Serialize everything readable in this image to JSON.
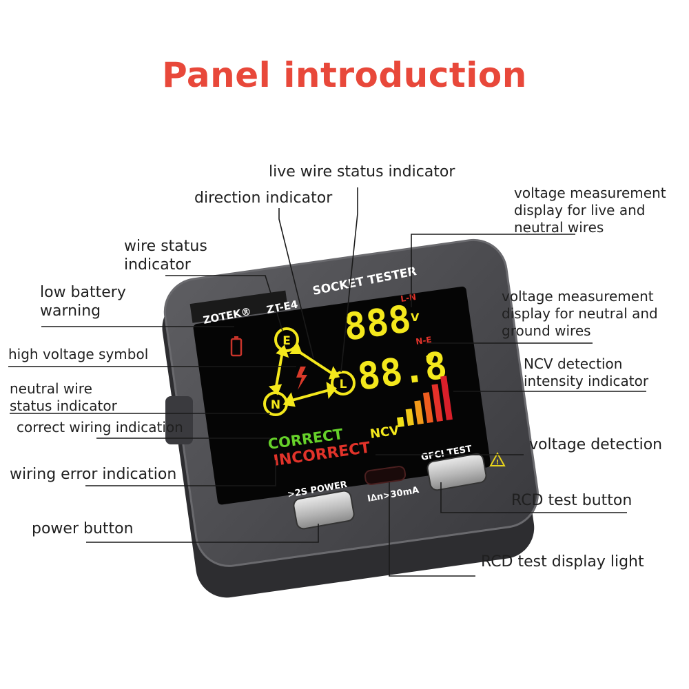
{
  "title": "Panel introduction",
  "labels": {
    "live_wire": "live wire status indicator",
    "direction": "direction indicator",
    "wire_status": [
      "wire status",
      "indicator"
    ],
    "low_battery": [
      "low battery",
      "warning"
    ],
    "high_voltage": "high voltage symbol",
    "neutral_wire": [
      "neutral wire",
      "status indicator"
    ],
    "correct_wiring": "correct wiring indication",
    "wiring_error": "wiring error indication",
    "power_button": "power button",
    "voltage_ln": [
      "voltage measurement",
      "display for live and",
      "neutral wires"
    ],
    "voltage_ne": [
      "voltage measurement",
      "display for neutral and",
      "ground wires"
    ],
    "ncv": [
      "NCV detection",
      "intensity indicator"
    ],
    "voltage_detection": "voltage detection",
    "rcd_button": "RCD test button",
    "rcd_light": "RCD test display light"
  },
  "device": {
    "brand": "ZOTEK®",
    "model": "ZT-E4",
    "product": "SOCKET TESTER",
    "display_ln": "888",
    "unit_ln_tag": "L-N",
    "display_ne": "88.8",
    "unit_ne_tag": "N-E",
    "unit_v": "V",
    "node_e": "E",
    "node_l": "L",
    "node_n": "N",
    "correct": "CORRECT",
    "incorrect": "INCORRECT",
    "ncv": "NCV",
    "power_label": ">2S POWER",
    "gfci_label": "GFCI TEST",
    "rcd_current": "I∆n>30mA"
  },
  "colors": {
    "title": "#e8483a",
    "segment_yellow": "#f4e81c",
    "correct_green": "#66d12a",
    "incorrect_red": "#e2332a",
    "ncv_bars": [
      "#f2e21a",
      "#f2c81a",
      "#f29a1a",
      "#ef5d1f",
      "#e5312a",
      "#d91f2a"
    ]
  }
}
